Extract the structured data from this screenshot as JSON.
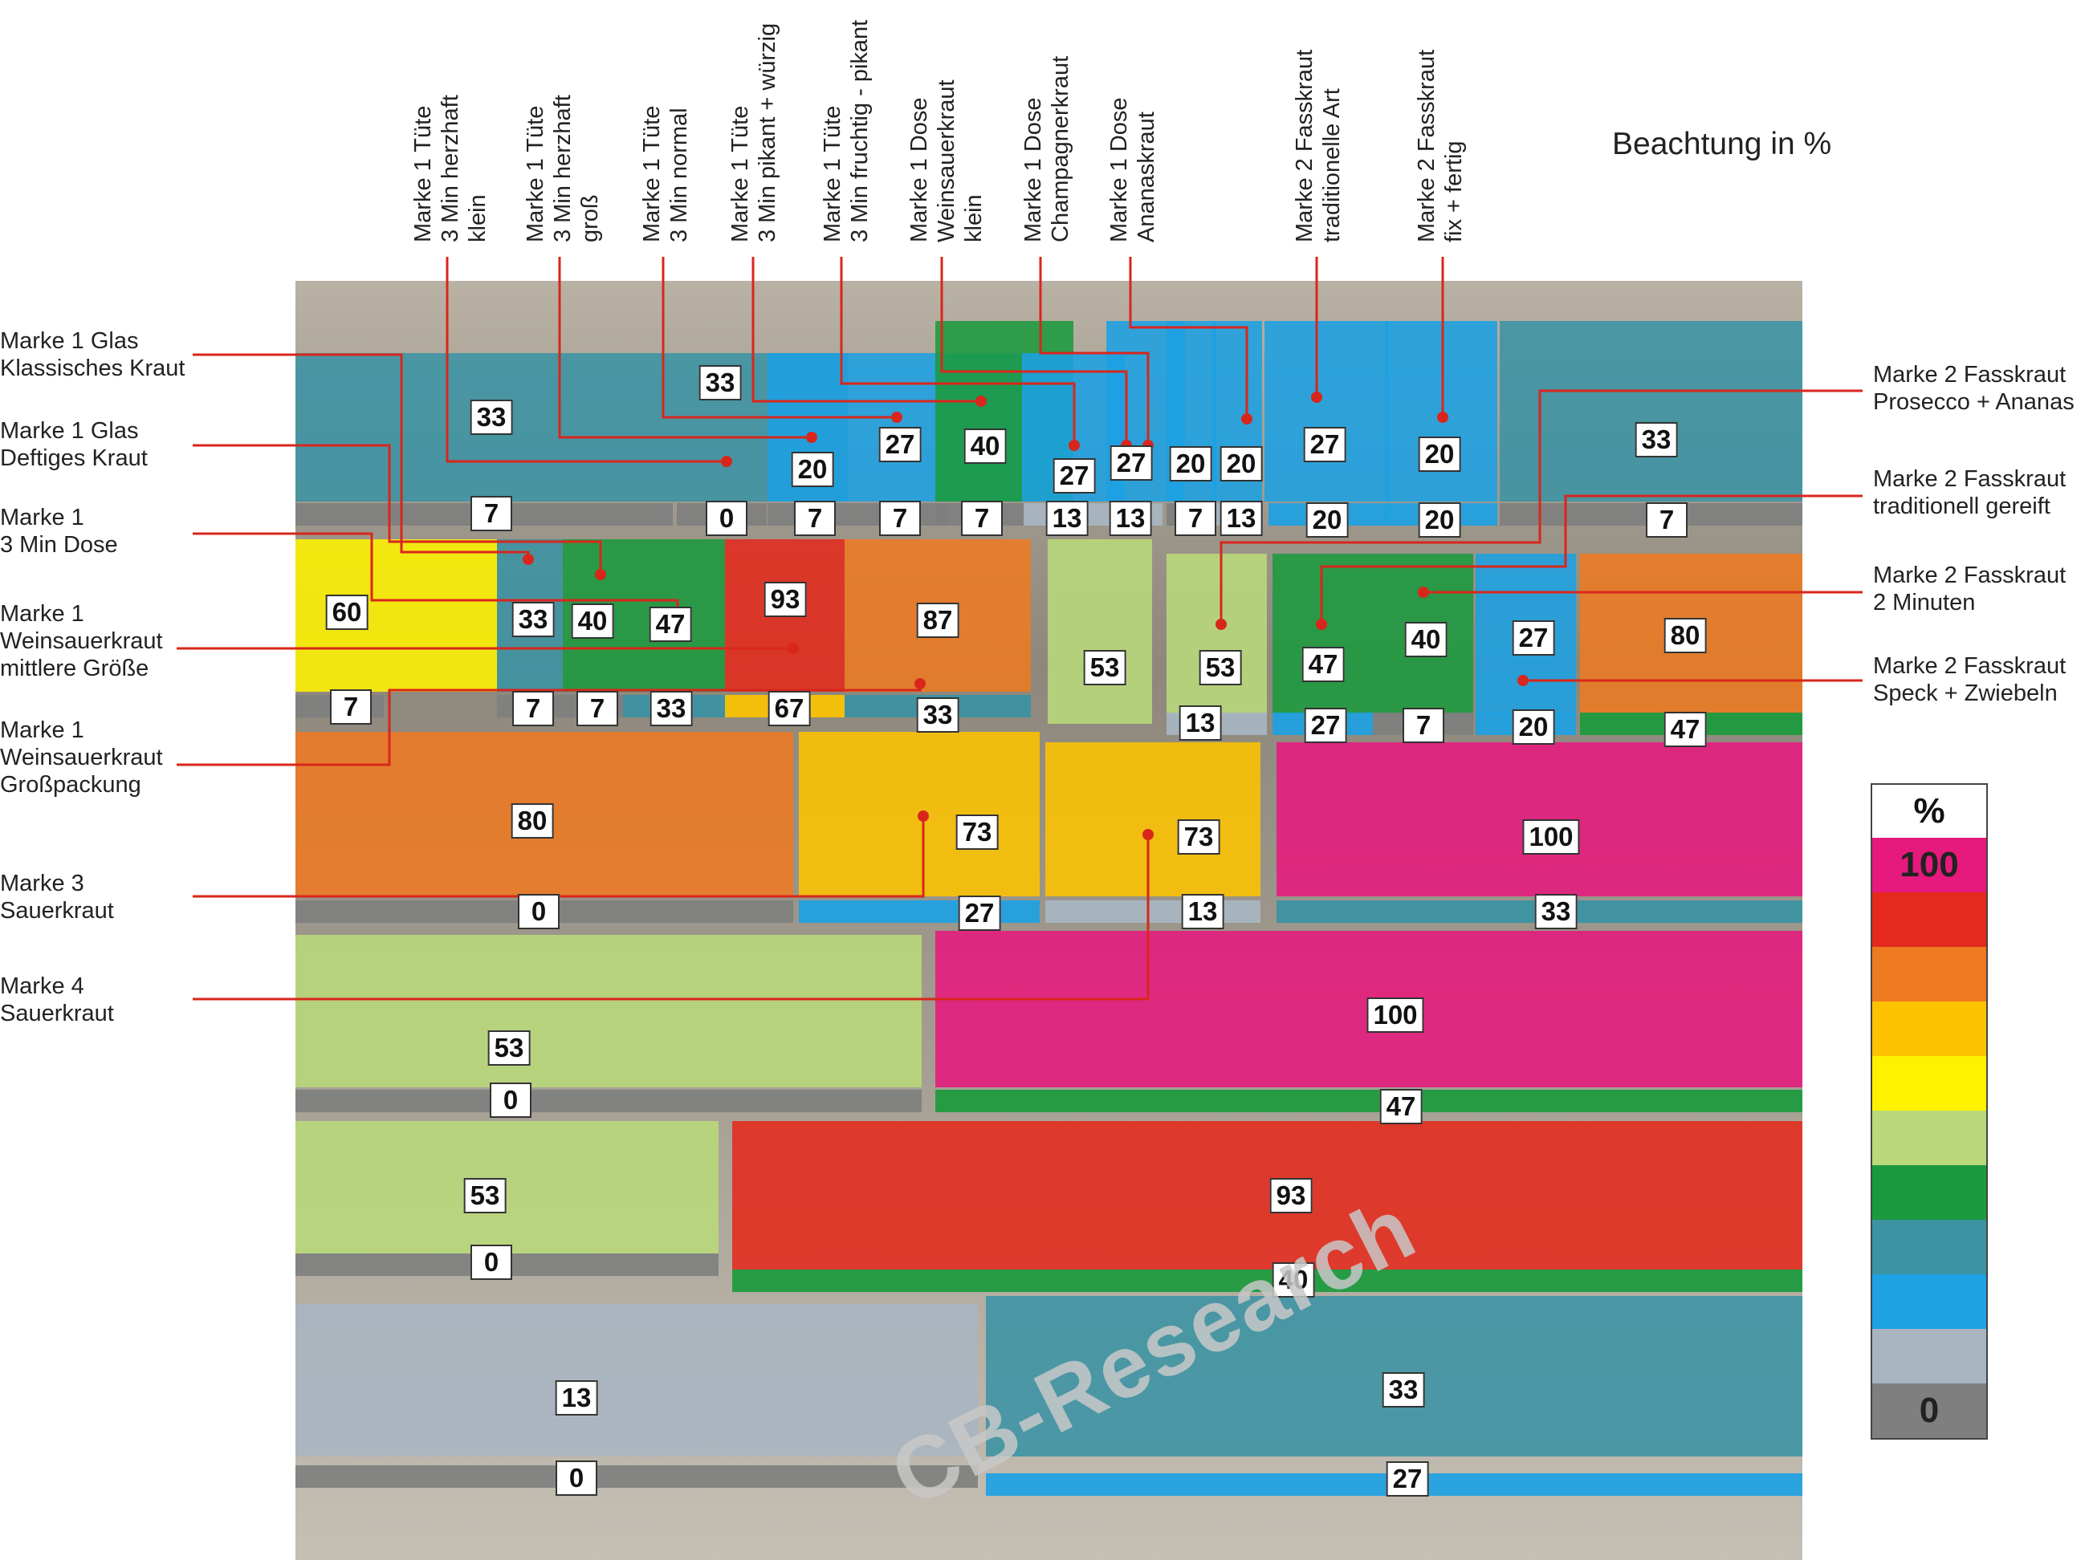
{
  "title": "Beachtung in %",
  "watermark": "CB-Research",
  "legend": {
    "header": "%",
    "max_label": "100",
    "min_label": "0",
    "colors": [
      "#e6197d",
      "#e42a1c",
      "#ee7a22",
      "#fdc300",
      "#fff200",
      "#bad97a",
      "#1b9a3d",
      "#3b93a4",
      "#1da1e3",
      "#a8b5c1",
      "#7f7f7f"
    ]
  },
  "side_labels_left": [
    {
      "text": "Marke 1 Glas\nKlassisches Kraut"
    },
    {
      "text": "Marke 1 Glas\nDeftiges Kraut"
    },
    {
      "text": "Marke 1\n3 Min Dose"
    },
    {
      "text": "Marke 1\nWeinsauerkraut\nmittlere Größe"
    },
    {
      "text": "Marke 1\nWeinsauerkraut\nGroßpackung"
    },
    {
      "text": "Marke 3\nSauerkraut"
    },
    {
      "text": "Marke 4\nSauerkraut"
    }
  ],
  "side_labels_right": [
    {
      "text": "Marke 2 Fasskraut\nProsecco + Ananas"
    },
    {
      "text": "Marke 2 Fasskraut\ntraditionell gereift"
    },
    {
      "text": "Marke 2 Fasskraut\n2 Minuten"
    },
    {
      "text": "Marke 2 Fasskraut\nSpeck + Zwiebeln"
    }
  ],
  "top_labels": [
    {
      "text": "Marke 1 Tüte\n3 Min herzhaft\nklein"
    },
    {
      "text": "Marke 1 Tüte\n3 Min herzhaft\ngroß"
    },
    {
      "text": "Marke 1 Tüte\n3 Min normal"
    },
    {
      "text": "Marke 1 Tüte\n3 Min pikant + würzig"
    },
    {
      "text": "Marke 1 Tüte\n3 Min fruchtig - pikant"
    },
    {
      "text": "Marke 1 Dose\nWeinsauerkraut\nklein"
    },
    {
      "text": "Marke 1 Dose\nChampagnerkraut"
    },
    {
      "text": "Marke 1 Dose\nAnanaskraut"
    },
    {
      "text": "Marke 2 Fasskraut\ntraditionelle Art"
    },
    {
      "text": "Marke 2 Fasskraut\nfix + fertig"
    }
  ],
  "chart_data": {
    "type": "heatmap",
    "title": "Beachtung in %",
    "scale": [
      0,
      100
    ],
    "products": [
      {
        "value": 33
      },
      {
        "value": 33
      },
      {
        "value": 20
      },
      {
        "value": 27
      },
      {
        "value": 40
      },
      {
        "value": 27
      },
      {
        "value": 27
      },
      {
        "value": 20
      },
      {
        "value": 20
      },
      {
        "value": 27
      },
      {
        "value": 20
      },
      {
        "value": 33
      },
      {
        "value": 60
      },
      {
        "value": 33
      },
      {
        "value": 40
      },
      {
        "value": 47
      },
      {
        "value": 93
      },
      {
        "value": 87
      },
      {
        "value": 53
      },
      {
        "value": 53
      },
      {
        "value": 47
      },
      {
        "value": 40
      },
      {
        "value": 27
      },
      {
        "value": 80
      },
      {
        "value": 80
      },
      {
        "value": 73
      },
      {
        "value": 73
      },
      {
        "value": 100
      },
      {
        "value": 53
      },
      {
        "value": 100
      },
      {
        "value": 53
      },
      {
        "value": 93
      },
      {
        "value": 13
      },
      {
        "value": 33
      }
    ],
    "price_labels": [
      {
        "value": 7
      },
      {
        "value": 0
      },
      {
        "value": 7
      },
      {
        "value": 7
      },
      {
        "value": 7
      },
      {
        "value": 13
      },
      {
        "value": 13
      },
      {
        "value": 7
      },
      {
        "value": 13
      },
      {
        "value": 20
      },
      {
        "value": 20
      },
      {
        "value": 7
      },
      {
        "value": 7
      },
      {
        "value": 7
      },
      {
        "value": 7
      },
      {
        "value": 33
      },
      {
        "value": 67
      },
      {
        "value": 33
      },
      {
        "value": 13
      },
      {
        "value": 27
      },
      {
        "value": 7
      },
      {
        "value": 20
      },
      {
        "value": 47
      },
      {
        "value": 0
      },
      {
        "value": 27
      },
      {
        "value": 13
      },
      {
        "value": 33
      },
      {
        "value": 0
      },
      {
        "value": 47
      },
      {
        "value": 0
      },
      {
        "value": 40
      },
      {
        "value": 0
      },
      {
        "value": 27
      }
    ]
  }
}
